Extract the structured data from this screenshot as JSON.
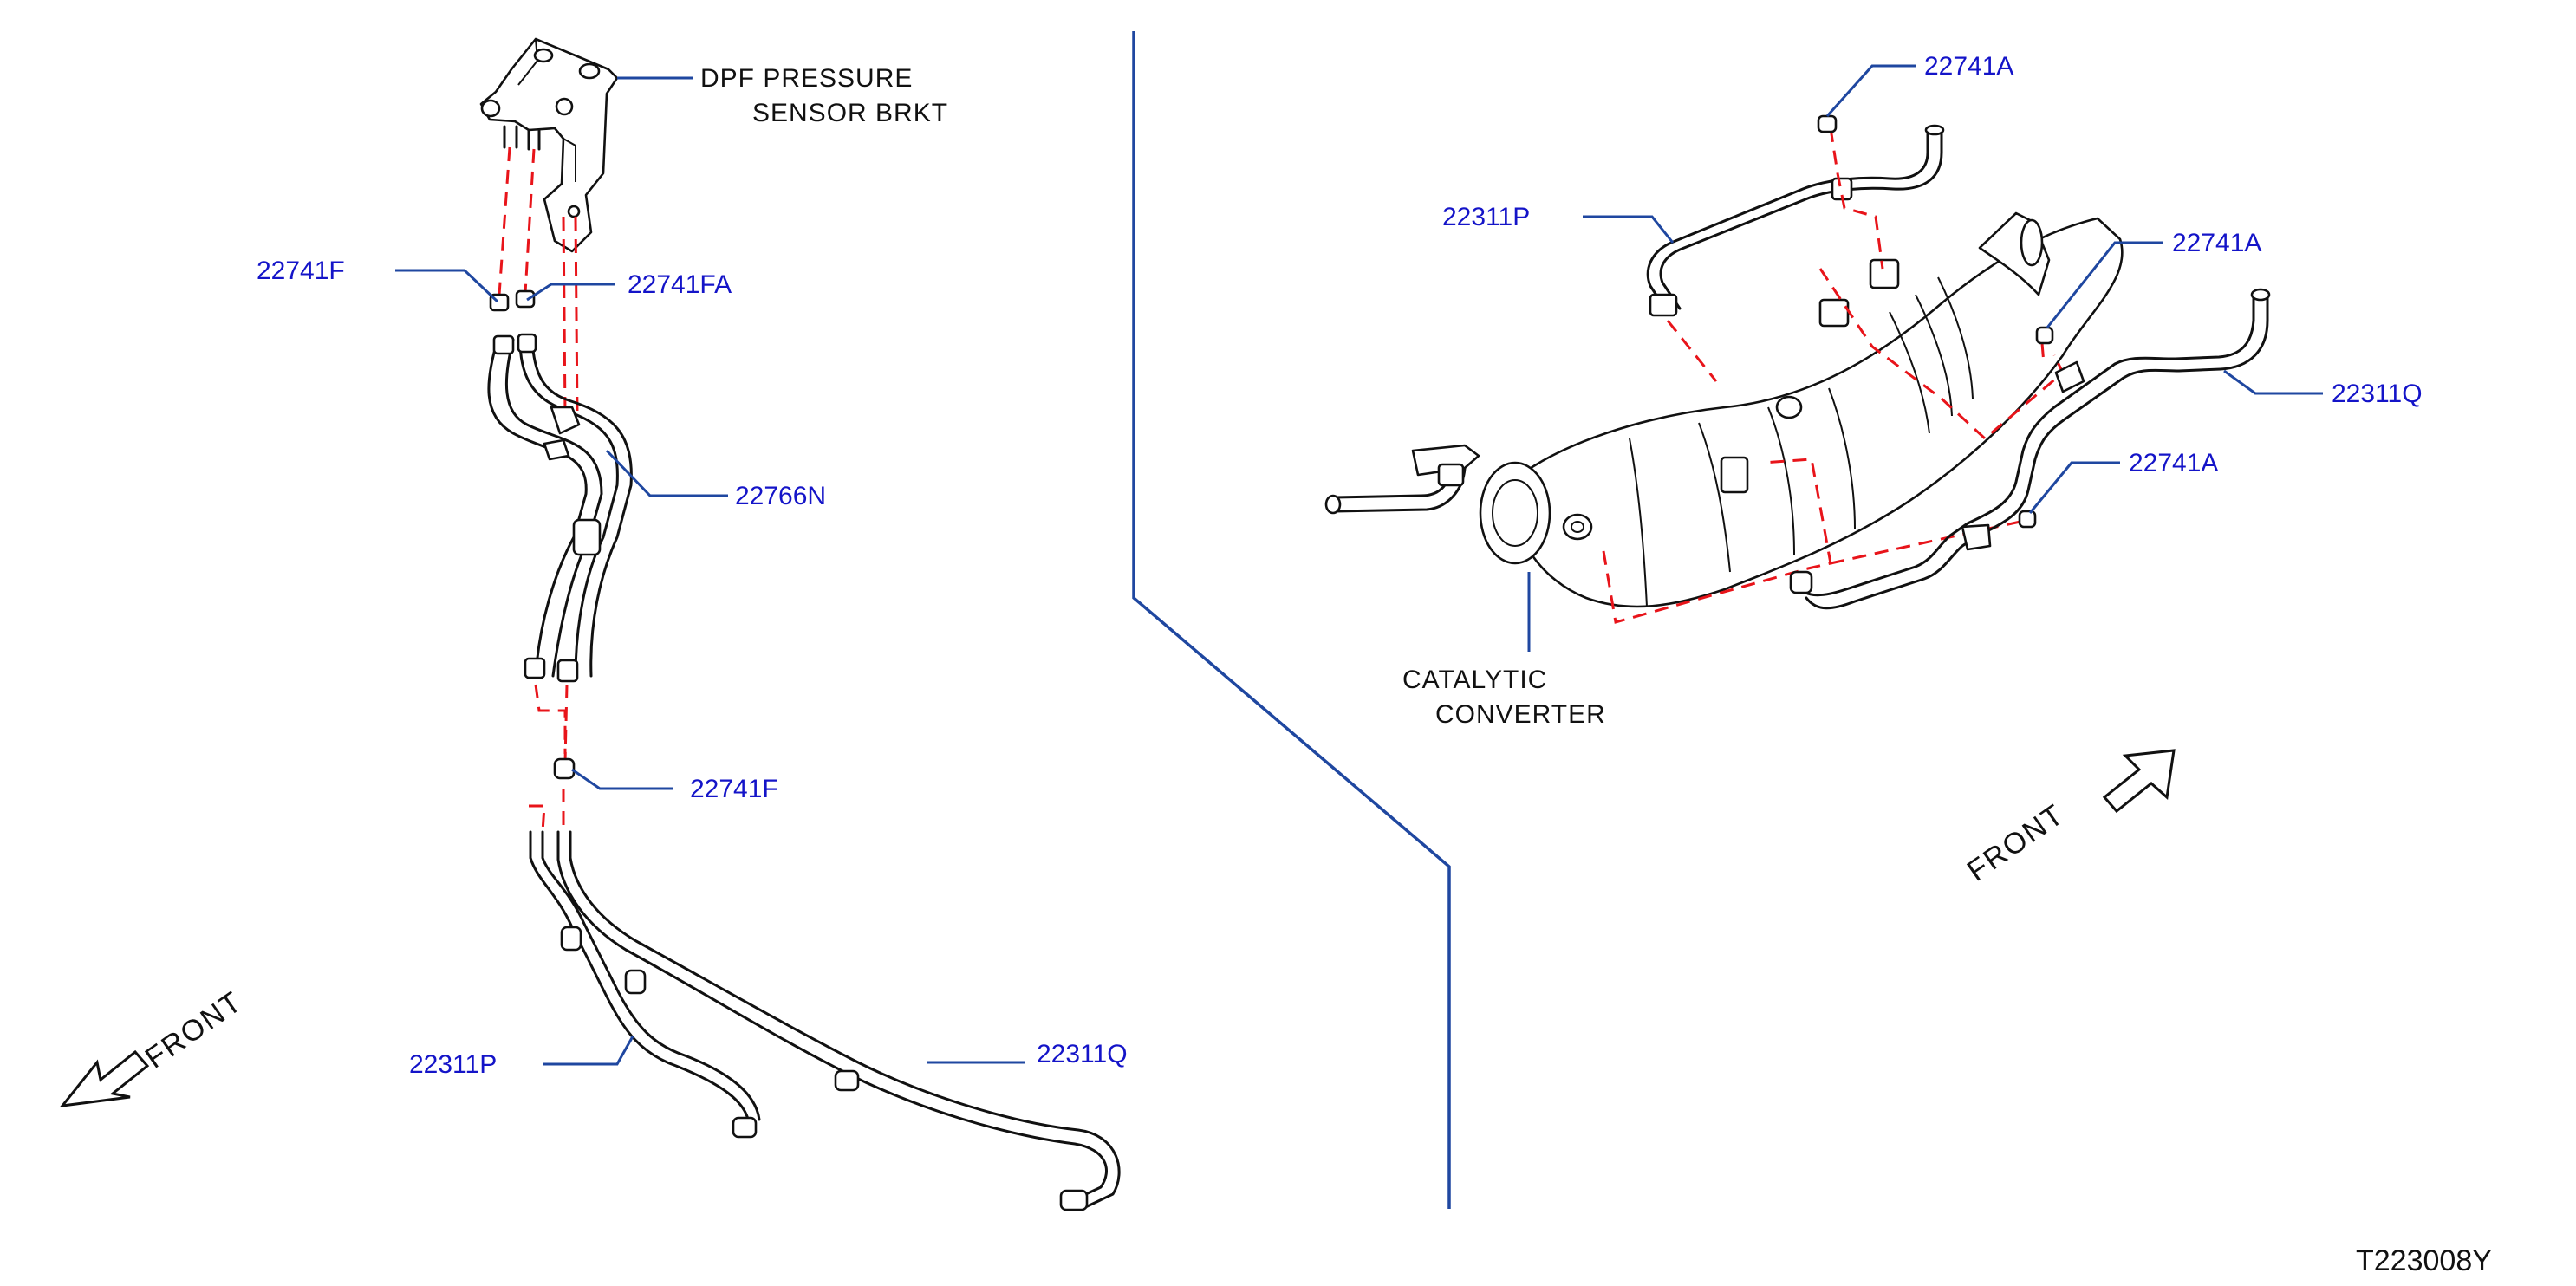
{
  "diagram": {
    "reference_code": "T223008Y",
    "front_label": "FRONT",
    "left_panel": {
      "bracket_label_line1": "DPF   PRESSURE",
      "bracket_label_line2": "SENSOR   BRKT",
      "parts": {
        "clip_upper_left": "22741F",
        "clip_upper_right": "22741FA",
        "hose_assembly": "22766N",
        "clip_lower": "22741F",
        "tube_front": "22311P",
        "tube_rear": "22311Q"
      }
    },
    "right_panel": {
      "converter_label_line1": "CATALYTIC",
      "converter_label_line2": "CONVERTER",
      "parts": {
        "clip_top": "22741A",
        "tube_front": "22311P",
        "clip_right_upper": "22741A",
        "tube_rear": "22311Q",
        "clip_right_lower": "22741A"
      }
    },
    "colors": {
      "part_number": "#1414c8",
      "leader_line": "#1f47a0",
      "connection_dash": "#e8141a",
      "outline": "#111111"
    }
  }
}
